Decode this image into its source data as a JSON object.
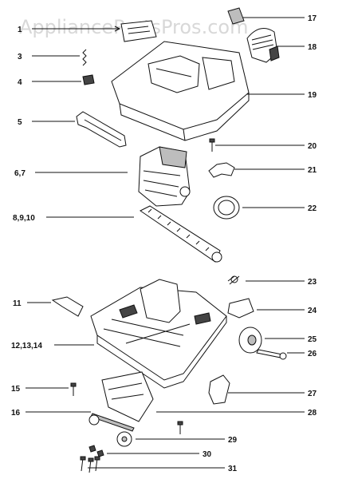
{
  "watermark": "AppliancePartsPros.com",
  "callouts": {
    "c1": "1",
    "c3": "3",
    "c4": "4",
    "c5": "5",
    "c6": "6,7",
    "c8": "8,9,10",
    "c11": "11",
    "c12": "12,13,14",
    "c15": "15",
    "c16": "16",
    "c17": "17",
    "c18": "18",
    "c19": "19",
    "c20": "20",
    "c21": "21",
    "c22": "22",
    "c23": "23",
    "c24": "24",
    "c25": "25",
    "c26": "26",
    "c27": "27",
    "c28": "28",
    "c29": "29",
    "c30": "30",
    "c31": "31"
  }
}
